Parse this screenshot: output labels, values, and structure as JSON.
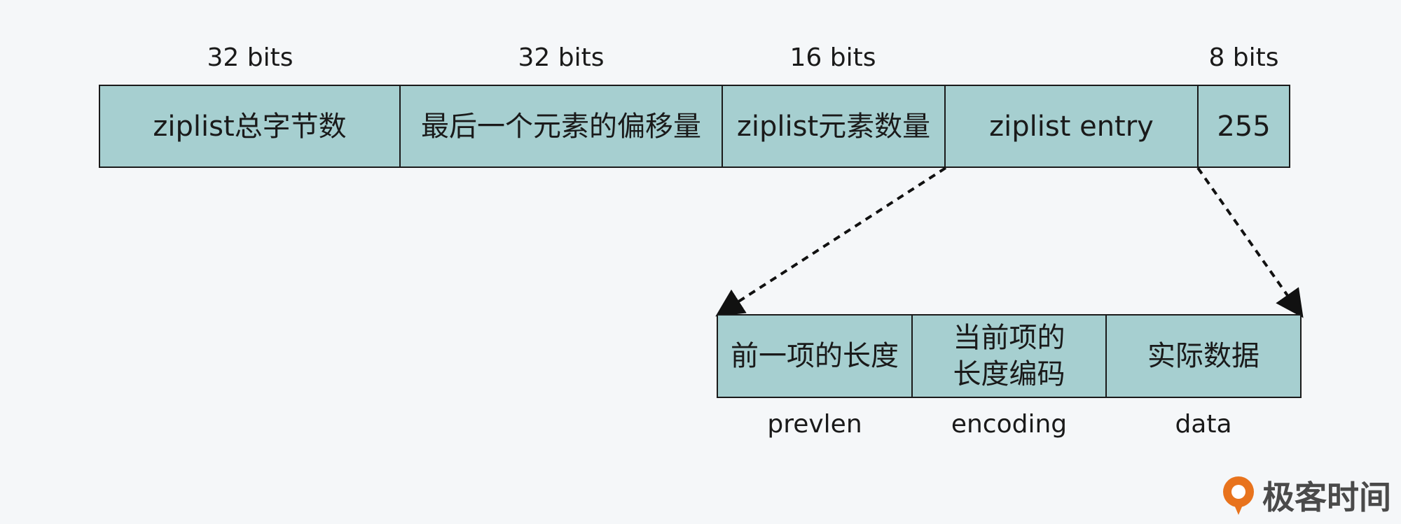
{
  "header": {
    "bit_labels": [
      "32 bits",
      "32 bits",
      "16 bits",
      "8 bits"
    ],
    "cells": [
      "ziplist总字节数",
      "最后一个元素的偏移量",
      "ziplist元素数量",
      "ziplist entry",
      "255"
    ]
  },
  "entry": {
    "cells": [
      "前一项的长度",
      "当前项的\n长度编码",
      "实际数据"
    ],
    "labels": [
      "prevlen",
      "encoding",
      "data"
    ]
  },
  "colors": {
    "cell_fill": "#a6cfd0",
    "border": "#1a1a1a",
    "logo_accent": "#e8731d",
    "background": "#f5f7f9"
  },
  "logo": {
    "text": "极客时间",
    "icon": "geektime-logo-icon"
  }
}
